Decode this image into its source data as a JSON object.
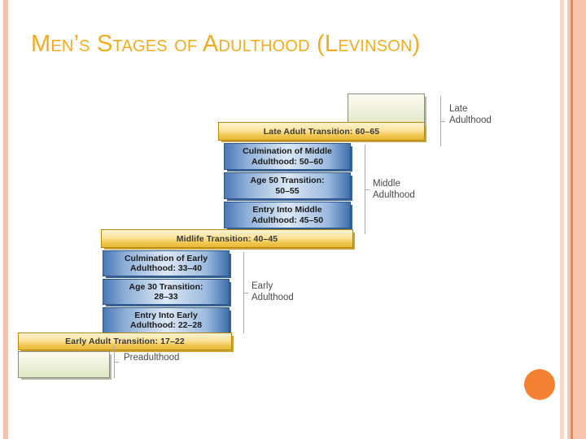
{
  "slide": {
    "title": "Men’s Stages of Adulthood (Levinson)",
    "background_color": "#ffffff",
    "title_color": "#f0ac21",
    "accent_color": "#f58233"
  },
  "decor": {
    "left_stripe_color": "#f6bfae",
    "right_stripe_colors": [
      "#f8d7c8",
      "#f7c3ae",
      "#e8884f",
      "#f9c3ad"
    ],
    "circle_color": "#f58233"
  },
  "diagram": {
    "type": "staircase-ladder",
    "era_labels": [
      {
        "name": "late-adulthood",
        "text": "Late\nAdulthood"
      },
      {
        "name": "middle-adulthood",
        "text": "Middle\nAdulthood"
      },
      {
        "name": "early-adulthood",
        "text": "Early\nAdulthood"
      },
      {
        "name": "preadulthood",
        "text": "Preadulthood"
      }
    ],
    "steps": [
      {
        "id": "late-adulthood-block",
        "kind": "era-block",
        "color": "green",
        "label": ""
      },
      {
        "id": "late-adult-transition",
        "kind": "transition",
        "color": "gold",
        "label": "Late Adult Transition: 60–65"
      },
      {
        "id": "culmination-middle-adulthood",
        "kind": "stage",
        "color": "blue",
        "label": "Culmination of Middle\nAdulthood: 50–60"
      },
      {
        "id": "age-50-transition",
        "kind": "stage",
        "color": "blue",
        "label": "Age 50 Transition:\n50–55"
      },
      {
        "id": "entry-middle-adulthood",
        "kind": "stage",
        "color": "blue",
        "label": "Entry Into Middle\nAdulthood: 45–50"
      },
      {
        "id": "midlife-transition",
        "kind": "transition",
        "color": "gold",
        "label": "Midlife Transition: 40–45"
      },
      {
        "id": "culmination-early-adulthood",
        "kind": "stage",
        "color": "blue",
        "label": "Culmination of Early\nAdulthood: 33–40"
      },
      {
        "id": "age-30-transition",
        "kind": "stage",
        "color": "blue",
        "label": "Age 30 Transition:\n28–33"
      },
      {
        "id": "entry-early-adulthood",
        "kind": "stage",
        "color": "blue",
        "label": "Entry Into Early\nAdulthood: 22–28"
      },
      {
        "id": "early-adult-transition",
        "kind": "transition",
        "color": "gold",
        "label": "Early Adult Transition: 17–22"
      },
      {
        "id": "preadulthood-block",
        "kind": "era-block",
        "color": "green",
        "label": ""
      }
    ]
  }
}
